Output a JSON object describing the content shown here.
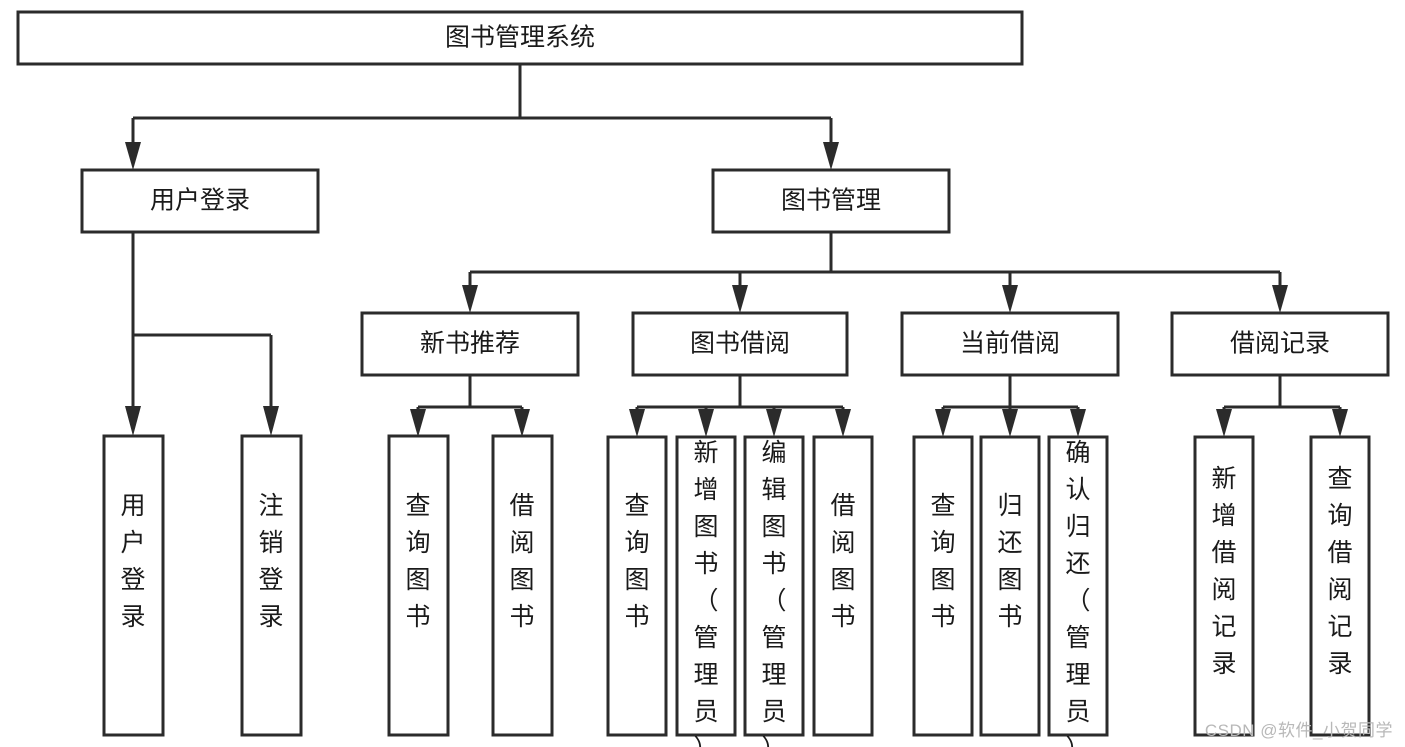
{
  "diagram": {
    "type": "tree-hierarchy",
    "title": "图书管理系统",
    "orientation": "top-down",
    "watermark": "CSDN @软件_小贺同学",
    "colors": {
      "stroke": "#2b2b2b",
      "fill": "#ffffff",
      "text": "#1a1a1a",
      "watermark": "#b8b8b8"
    },
    "nodes": {
      "root": {
        "label": "图书管理系统",
        "level": 0,
        "text_orientation": "horizontal"
      },
      "l1": [
        {
          "id": "user-login",
          "label": "用户登录",
          "level": 1,
          "text_orientation": "horizontal"
        },
        {
          "id": "book-manage",
          "label": "图书管理",
          "level": 1,
          "text_orientation": "horizontal"
        }
      ],
      "l2": [
        {
          "id": "new-book-rec",
          "label": "新书推荐",
          "level": 2,
          "parent": "book-manage",
          "text_orientation": "horizontal"
        },
        {
          "id": "book-borrow",
          "label": "图书借阅",
          "level": 2,
          "parent": "book-manage",
          "text_orientation": "horizontal"
        },
        {
          "id": "current-borrow",
          "label": "当前借阅",
          "level": 2,
          "parent": "book-manage",
          "text_orientation": "horizontal"
        },
        {
          "id": "borrow-record",
          "label": "借阅记录",
          "level": 2,
          "parent": "book-manage",
          "text_orientation": "horizontal"
        }
      ],
      "leaves": [
        {
          "id": "leaf-user-login",
          "label": "用户登录",
          "parent": "user-login",
          "text_orientation": "vertical"
        },
        {
          "id": "leaf-logout",
          "label": "注销登录",
          "parent": "user-login",
          "text_orientation": "vertical"
        },
        {
          "id": "leaf-query-book-1",
          "label": "查询图书",
          "parent": "new-book-rec",
          "text_orientation": "vertical"
        },
        {
          "id": "leaf-borrow-book-1",
          "label": "借阅图书",
          "parent": "new-book-rec",
          "text_orientation": "vertical"
        },
        {
          "id": "leaf-query-book-2",
          "label": "查询图书",
          "parent": "book-borrow",
          "text_orientation": "vertical"
        },
        {
          "id": "leaf-add-book",
          "label": "新增图书（管理员）",
          "parent": "book-borrow",
          "text_orientation": "vertical"
        },
        {
          "id": "leaf-edit-book",
          "label": "编辑图书（管理员）",
          "parent": "book-borrow",
          "text_orientation": "vertical"
        },
        {
          "id": "leaf-borrow-book-2",
          "label": "借阅图书",
          "parent": "book-borrow",
          "text_orientation": "vertical"
        },
        {
          "id": "leaf-query-book-3",
          "label": "查询图书",
          "parent": "current-borrow",
          "text_orientation": "vertical"
        },
        {
          "id": "leaf-return-book",
          "label": "归还图书",
          "parent": "current-borrow",
          "text_orientation": "vertical"
        },
        {
          "id": "leaf-confirm-return",
          "label": "确认归还（管理员）",
          "parent": "current-borrow",
          "text_orientation": "vertical"
        },
        {
          "id": "leaf-add-record",
          "label": "新增借阅记录",
          "parent": "borrow-record",
          "text_orientation": "vertical"
        },
        {
          "id": "leaf-query-record",
          "label": "查询借阅记录",
          "parent": "borrow-record",
          "text_orientation": "vertical"
        }
      ]
    }
  }
}
